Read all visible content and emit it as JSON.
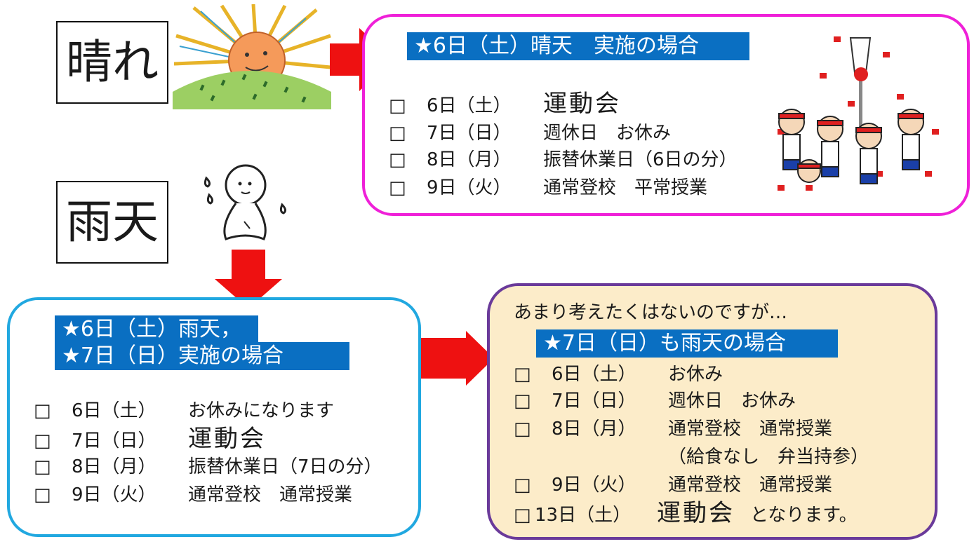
{
  "sunny_label": "晴れ",
  "rain_label": "雨天",
  "sunny_panel": {
    "banner": "★6日（土）晴天　実施の場合",
    "rows": [
      {
        "box": "□",
        "date": "6日（土）",
        "event": "運動会"
      },
      {
        "box": "□",
        "date": "7日（日）",
        "event": "週休日　お休み"
      },
      {
        "box": "□",
        "date": "8日（月）",
        "event": "振替休業日（6日の分）"
      },
      {
        "box": "□",
        "date": "9日（火）",
        "event": "通常登校　平常授業"
      }
    ]
  },
  "rain_panel": {
    "banner_line1": "★6日（土）雨天，",
    "banner_line2": "★7日（日）実施の場合",
    "rows": [
      {
        "box": "□",
        "date": "6日（土）",
        "event": "お休みになります"
      },
      {
        "box": "□",
        "date": "7日（日）",
        "event": "運動会"
      },
      {
        "box": "□",
        "date": "8日（月）",
        "event": "振替休業日（7日の分）"
      },
      {
        "box": "□",
        "date": "9日（火）",
        "event": "通常登校　通常授業"
      }
    ]
  },
  "both_rain_panel": {
    "intro": "あまり考えたくはないのですが…",
    "banner": "★7日（日）も雨天の場合",
    "rows": [
      {
        "box": "□",
        "date": "6日（土）",
        "event": "お休み"
      },
      {
        "box": "□",
        "date": "7日（日）",
        "event": "週休日　お休み"
      },
      {
        "box": "□",
        "date": "8日（月）",
        "event": "通常登校　通常授業"
      },
      {
        "box": "",
        "date": "",
        "event": "（給食なし　弁当持参）"
      },
      {
        "box": "□",
        "date": "9日（火）",
        "event": "通常登校　通常授業"
      },
      {
        "box": "□",
        "date": "13日（土）",
        "event": "運動会",
        "suffix": "となります。"
      }
    ]
  },
  "colors": {
    "sunny_border": "#ef20d8",
    "rain_border": "#21a8e0",
    "both_border": "#6a3a9a",
    "both_bg": "#fcecc9",
    "banner_bg": "#0a6fc2",
    "arrow": "#ee1111"
  }
}
